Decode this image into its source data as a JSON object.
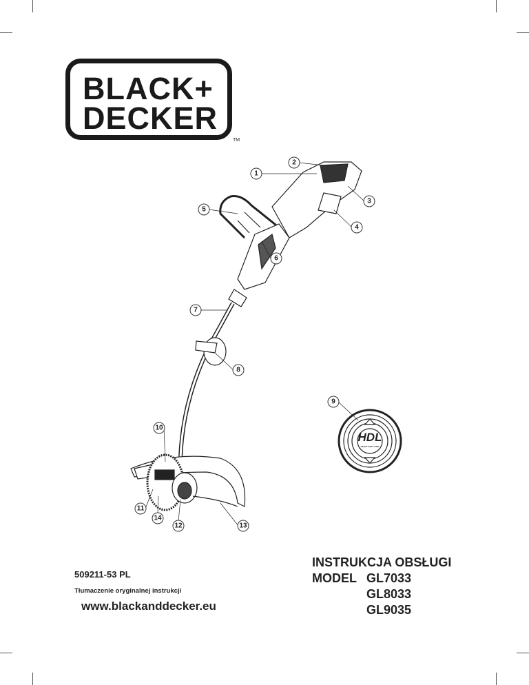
{
  "logo": {
    "line1": "BLACK+",
    "line2": "DECKER",
    "tm": "TM"
  },
  "callouts": [
    "1",
    "2",
    "3",
    "4",
    "5",
    "6",
    "7",
    "8",
    "9",
    "10",
    "11",
    "12",
    "13",
    "14"
  ],
  "spool_cap": {
    "brand": "HDL",
    "subtitle": "HEAVY DUTY LINE"
  },
  "doc": {
    "code": "509211-53 PL",
    "translation": "Tłumaczenie oryginalnej instrukcji",
    "website": "www.blackanddecker.eu"
  },
  "title": {
    "heading": "INSTRUKCJA OBSŁUGI",
    "model_label": "MODEL",
    "models": [
      "GL7033",
      "GL8033",
      "GL9035"
    ]
  }
}
